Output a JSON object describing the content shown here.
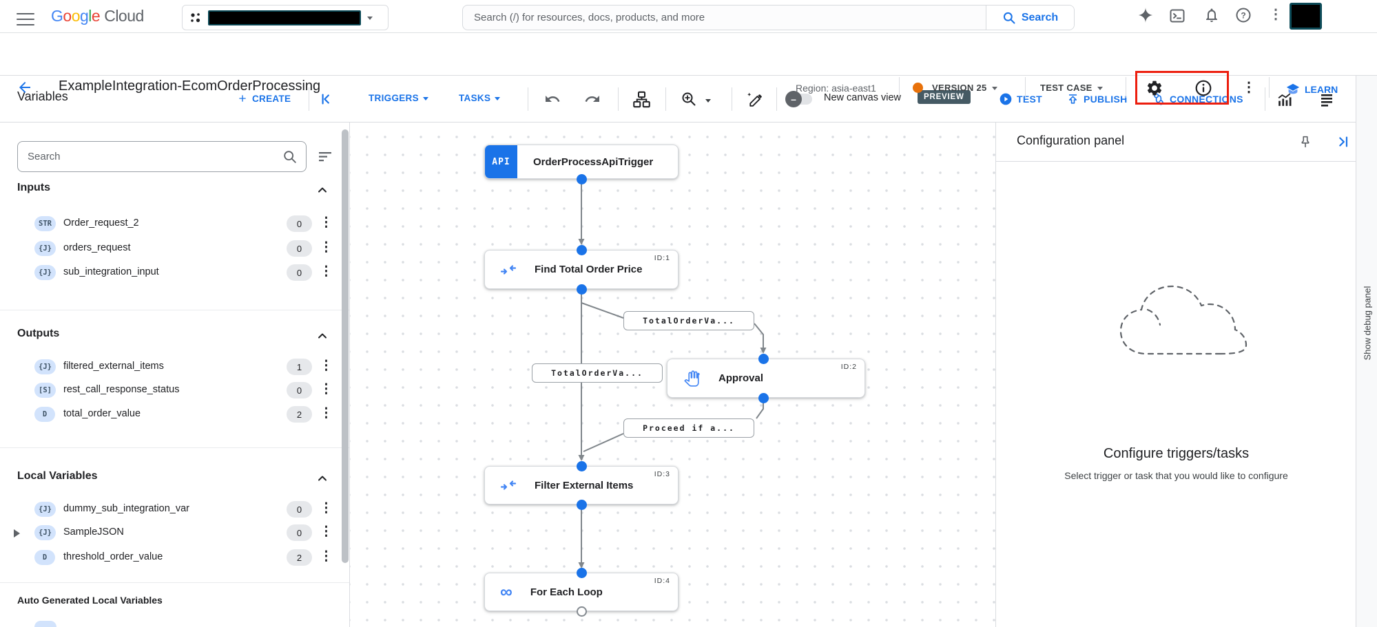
{
  "topbar": {
    "logo_letters": [
      "G",
      "o",
      "o",
      "g",
      "l",
      "e"
    ],
    "logo_cloud": "Cloud",
    "search_placeholder": "Search (/) for resources, docs, products, and more",
    "search_button": "Search"
  },
  "header": {
    "title": "ExampleIntegration-EcomOrderProcessing",
    "region": "Region: asia-east1",
    "version": "VERSION 25",
    "test_case": "TEST CASE",
    "learn": "LEARN"
  },
  "toolbar": {
    "variables_title": "Variables",
    "create": "CREATE",
    "triggers": "TRIGGERS",
    "tasks": "TASKS",
    "new_canvas": "New canvas view",
    "preview": "PREVIEW",
    "test": "TEST",
    "publish": "PUBLISH",
    "connections": "CONNECTIONS"
  },
  "sidebar": {
    "search_placeholder": "Search",
    "inputs": {
      "title": "Inputs",
      "items": [
        {
          "badge": "STR",
          "name": "Order_request_2",
          "count": "0"
        },
        {
          "badge": "{J}",
          "name": "orders_request",
          "count": "0"
        },
        {
          "badge": "{J}",
          "name": "sub_integration_input",
          "count": "0"
        }
      ]
    },
    "outputs": {
      "title": "Outputs",
      "items": [
        {
          "badge": "{J}",
          "name": "filtered_external_items",
          "count": "1"
        },
        {
          "badge": "[S]",
          "name": "rest_call_response_status",
          "count": "0"
        },
        {
          "badge": "D",
          "name": "total_order_value",
          "count": "2"
        }
      ]
    },
    "locals": {
      "title": "Local Variables",
      "items": [
        {
          "badge": "{J}",
          "name": "dummy_sub_integration_var",
          "count": "0"
        },
        {
          "badge": "{J}",
          "name": "SampleJSON",
          "count": "0"
        },
        {
          "badge": "D",
          "name": "threshold_order_value",
          "count": "2"
        }
      ]
    },
    "auto_title": "Auto Generated Local Variables"
  },
  "canvas": {
    "nodes": [
      {
        "badge": "API",
        "title": "OrderProcessApiTrigger"
      },
      {
        "id": "ID:1",
        "title": "Find Total Order Price"
      },
      {
        "id": "ID:2",
        "title": "Approval"
      },
      {
        "id": "ID:3",
        "title": "Filter External Items"
      },
      {
        "id": "ID:4",
        "title": "For Each Loop"
      }
    ],
    "edge_labels": [
      {
        "text": "TotalOrderVa..."
      },
      {
        "text": "TotalOrderVa..."
      },
      {
        "text": "Proceed if a..."
      }
    ]
  },
  "config_panel": {
    "title": "Configuration panel",
    "heading": "Configure triggers/tasks",
    "subheading": "Select trigger or task that you would like to configure"
  },
  "debug_tab": {
    "label": "Show debug panel"
  },
  "colors": {
    "accent": "#1a73e8",
    "version_dot": "#e8710a",
    "preview_badge": "#455a64",
    "highlight_box": "#ec1e0e"
  }
}
